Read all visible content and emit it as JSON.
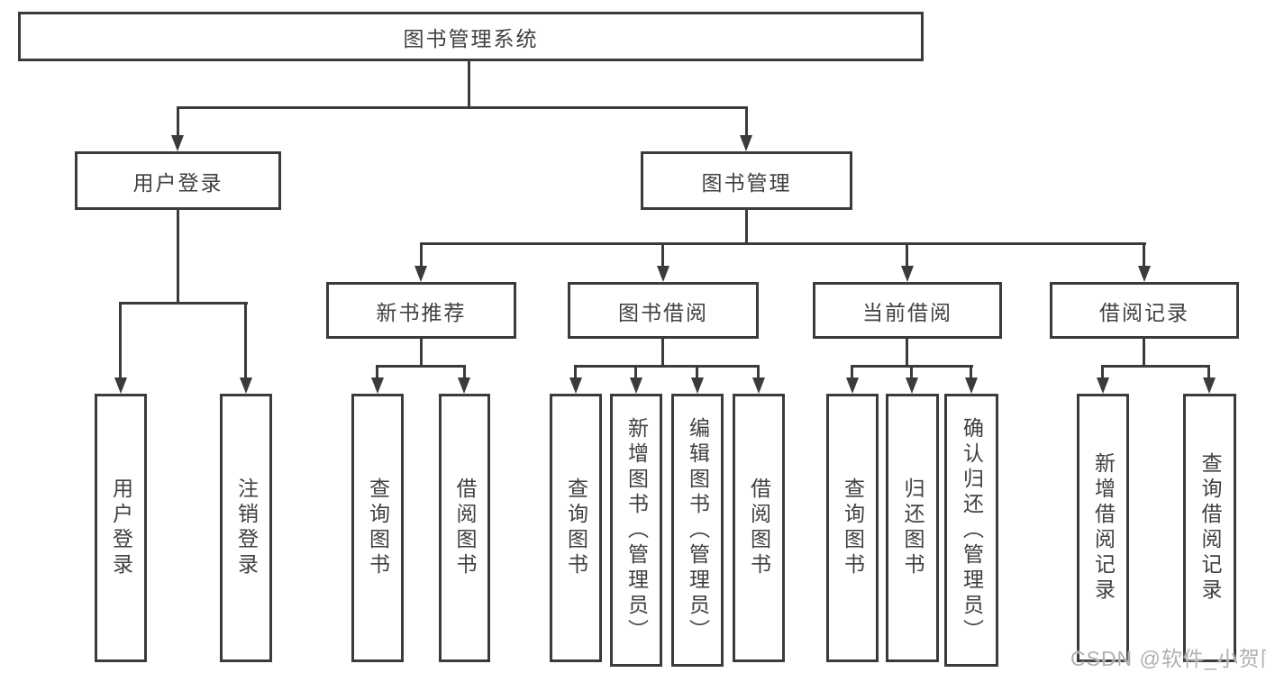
{
  "diagram": {
    "root": "图书管理系统",
    "level2": [
      "用户登录",
      "图书管理"
    ],
    "level3": [
      "新书推荐",
      "图书借阅",
      "当前借阅",
      "借阅记录"
    ],
    "leaves": [
      "用户登录",
      "注销登录",
      "查询图书",
      "借阅图书",
      "查询图书",
      "新增图书（管理员）",
      "编辑图书（管理员）",
      "借阅图书",
      "查询图书",
      "归还图书",
      "确认归还（管理员）",
      "新增借阅记录",
      "查询借阅记录"
    ],
    "hierarchy": {
      "图书管理系统": [
        "用户登录",
        "图书管理"
      ],
      "用户登录": [
        "用户登录",
        "注销登录"
      ],
      "图书管理": [
        "新书推荐",
        "图书借阅",
        "当前借阅",
        "借阅记录"
      ],
      "新书推荐": [
        "查询图书",
        "借阅图书"
      ],
      "图书借阅": [
        "查询图书",
        "新增图书（管理员）",
        "编辑图书（管理员）",
        "借阅图书"
      ],
      "当前借阅": [
        "查询图书",
        "归还图书",
        "确认归还（管理员）"
      ],
      "借阅记录": [
        "新增借阅记录",
        "查询借阅记录"
      ]
    }
  },
  "watermark": "CSDN @软件_小贺同学",
  "colors": {
    "line": "#3b3b3b",
    "text": "#404040",
    "background": "#ffffff",
    "watermark": "#b0b0b0"
  }
}
